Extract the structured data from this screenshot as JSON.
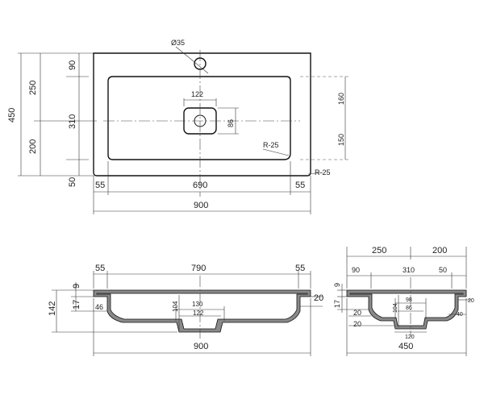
{
  "top_view": {
    "hole_diameter": "Ø35",
    "drain_width": "122",
    "drain_height": "86",
    "inner_radius": "R-25",
    "outer_radius": "R-25",
    "left_overall": "450",
    "left_upper": "250",
    "left_lower": "200",
    "left_top_margin": "90",
    "left_bowl": "310",
    "left_bottom_margin": "50",
    "right_upper": "160",
    "right_lower": "150",
    "bottom_left_margin": "55",
    "bottom_bowl": "690",
    "bottom_right_margin": "55",
    "overall_width": "900"
  },
  "front_section": {
    "left_margin": "55",
    "bowl": "790",
    "right_margin": "55",
    "total_height": "142",
    "rim_top": "9",
    "rim_lower": "17",
    "bowl_offset": "46",
    "drain_depth": "104",
    "drain_outer": "130",
    "drain_inner": "122",
    "right_edge": "20",
    "overall_width": "900"
  },
  "side_section": {
    "upper": "250",
    "lower": "200",
    "left_margin": "90",
    "bowl": "310",
    "right_margin": "50",
    "rim_top": "9",
    "rim_lower": "17",
    "drain_depth": "104",
    "drain_outer": "98",
    "drain_inner": "86",
    "drain_base": "120",
    "right_edge": "20",
    "right_depth": "40",
    "left_edge_a": "20",
    "left_edge_b": "20",
    "overall_width": "450"
  }
}
